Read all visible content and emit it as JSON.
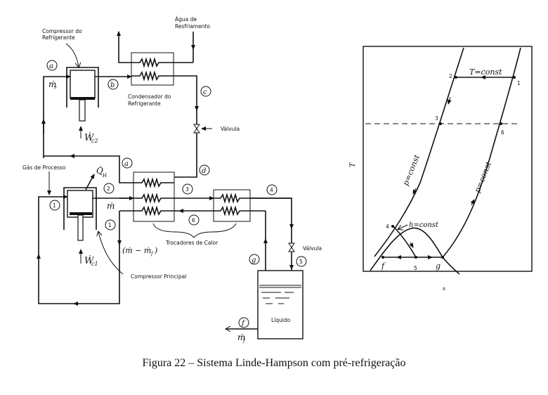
{
  "figure": {
    "caption": "Figura 22 – Sistema Linde-Hampson com pré-refrigeração"
  },
  "schematic": {
    "labels": {
      "refrigerant_compressor": [
        "Compressor do",
        "Refrigerante"
      ],
      "cooling_water": [
        "Água de",
        "Resfriamento"
      ],
      "refrigerant_condenser": [
        "Condensador do",
        "Refrigerante"
      ],
      "valve_top": "Válvula",
      "valve_bottom": "Válvula",
      "process_gas": "Gás de Processo",
      "heat_exchangers": "Trocadores de Calor",
      "main_compressor": "Compressor Principal",
      "liquid": "Líquido"
    },
    "state_points": {
      "a1": "a",
      "a2": "a",
      "b": "b",
      "c": "c",
      "d": "d",
      "p1": "1",
      "p1b": "1",
      "p2": "2",
      "p3": "3",
      "p4": "4",
      "p5": "5",
      "p6": "6",
      "f": "f",
      "g": "g"
    },
    "symbols": {
      "m_r": "ṁ",
      "m_r_sub": "r",
      "w_c2": "Ẇ",
      "w_c2_sub": "c2",
      "w_c1": "Ẇ",
      "w_c1_sub": "c1",
      "q_h": "Q̇",
      "q_h_sub": "H",
      "m_dot": "ṁ",
      "m_diff": "(ṁ − ṁ",
      "m_diff_sub": "f",
      "m_diff_close": ")",
      "m_f": "ṁ",
      "m_f_sub": "f"
    }
  },
  "ts_diagram": {
    "x_axis_label": "s",
    "y_axis_label": "T",
    "annotations": {
      "t_const": "T=const",
      "h_const": "h=const",
      "p_const_left": "p=const",
      "p_const_right": "p=const"
    },
    "points": {
      "pt1": "1",
      "pt2": "2",
      "pt3": "3",
      "pt4": "4",
      "pt5": "5",
      "pt6": "6",
      "ptf": "f",
      "ptg": "g"
    }
  }
}
